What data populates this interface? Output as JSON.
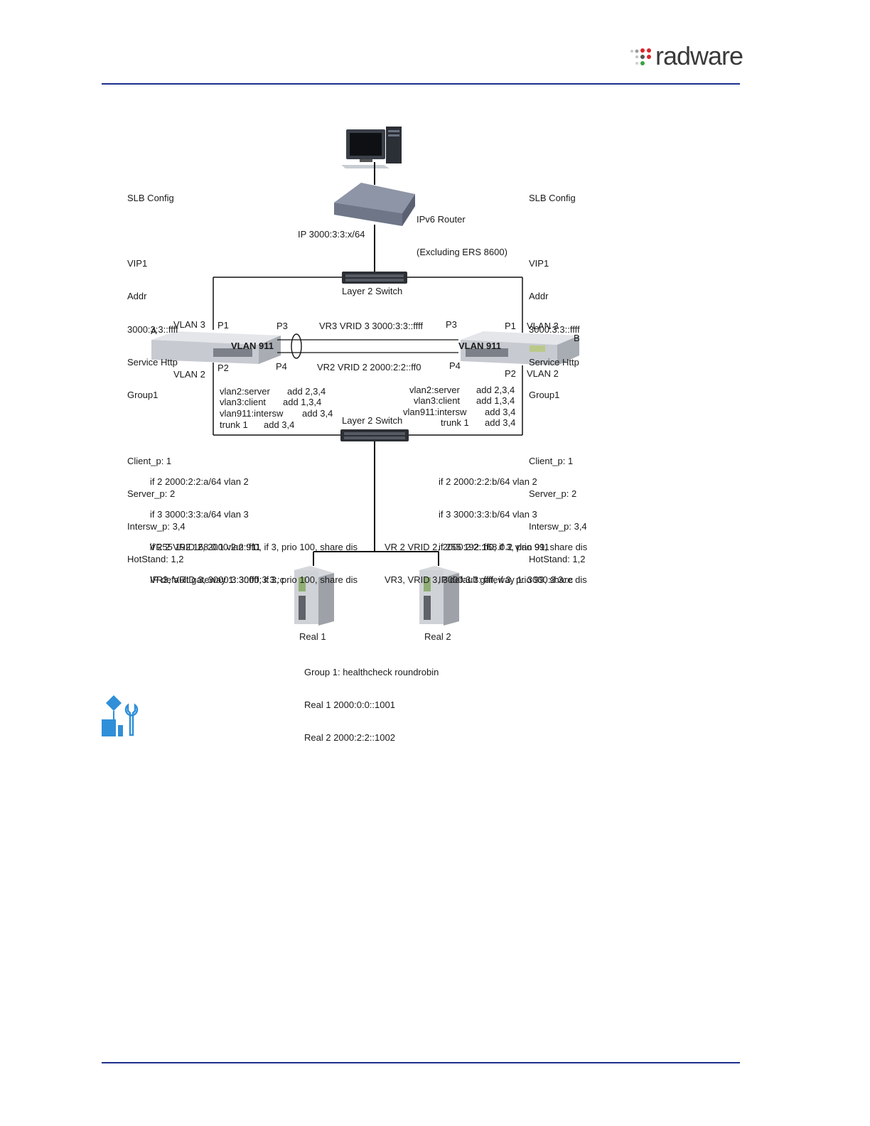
{
  "header": {
    "logo_text": "radware"
  },
  "diagram": {
    "router_label": [
      "IPv6 Router",
      "(Excluding ERS 8600)"
    ],
    "router_ip": "IP 3000:3:3:x/64",
    "switch_top": "Layer 2 Switch",
    "switch_bottom": "Layer 2 Switch",
    "slb_left": [
      "SLB Config",
      "",
      "VIP1",
      "Addr",
      "3000:3:3::ffff",
      "Service Http",
      "Group1",
      "",
      "Client_p: 1",
      "Server_p: 2",
      "Intersw_p: 3,4",
      "HotStand: 1,2"
    ],
    "slb_right": [
      "SLB Config",
      "",
      "VIP1",
      "Addr",
      "3000:3:3::ffff",
      "Service Http",
      "Group1",
      "",
      "Client_p: 1",
      "Server_p: 2",
      "Intersw_p: 3,4",
      "HotStand: 1,2"
    ],
    "device_a": {
      "letter": "A",
      "vlan_top": "VLAN 3",
      "vlan_bottom": "VLAN 2",
      "vlan_mid": "VLAN 911",
      "p1": "P1",
      "p2": "P2",
      "p3": "P3",
      "p4": "P4"
    },
    "device_b": {
      "letter": "B",
      "vlan_top": "VLAN 3",
      "vlan_bottom": "VLAN 2",
      "vlan_mid": "VLAN 911",
      "p1": "P1",
      "p2": "P2",
      "p3": "P3",
      "p4": "P4"
    },
    "vr3_link": "VR3 VRID 3 3000:3:3::ffff",
    "vr2_link": "VR2 VRID 2 2000:2:2::ff0",
    "vlans_left": [
      [
        "vlan2:server",
        "add 2,3,4"
      ],
      [
        "vlan3:client",
        "add 1,3,4"
      ],
      [
        "vlan911:intersw",
        "add 3,4"
      ],
      [
        "trunk 1",
        "add 3,4"
      ]
    ],
    "vlans_right": [
      [
        "vlan2:server",
        "add 2,3,4"
      ],
      [
        "vlan3:client",
        "add 1,3,4"
      ],
      [
        "vlan911:intersw",
        "add 3,4"
      ],
      [
        "trunk 1",
        "add 3,4"
      ]
    ],
    "if_left": [
      "if 2 2000:2:2:a/64 vlan 2",
      "if 3 3000:3:3:a/64 vlan 3",
      "if 255 192.168.0.1 vlan 911",
      "IP default gateway 1: 3000:3:3::c"
    ],
    "if_right": [
      "if 2 2000:2:2:b/64 vlan 2",
      "if 3 3000:3:3:b/64 vlan 3",
      "if 255 192.168.0.2 vlan 911",
      "IP default gateway 1: 3000:3:3::c"
    ],
    "vr_left": [
      "VR 2 VRID 2, 2000:2:2::ff0, if 3, prio 100, share dis",
      "VR3, VRID 3, 3000:3:3::ffff, if 3, prio 100, share dis"
    ],
    "vr_right": [
      "VR 2 VRID 2, 2000:2:2::ff0, if 3, prio 99, share dis",
      "VR3, VRID 3, 3000:3:3::ffff, if 3, prio 99, share dis"
    ],
    "real1_label": "Real 1",
    "real2_label": "Real 2",
    "group_info": [
      "Group 1: healthcheck roundrobin",
      "Real 1 2000:0:0::1001",
      "Real 2 2000:2:2::1002"
    ]
  },
  "colors": {
    "rule": "#1c2f8f",
    "icon_blue": "#2f8fd8",
    "logo_red": "#d9262c",
    "logo_green": "#3aa346"
  }
}
